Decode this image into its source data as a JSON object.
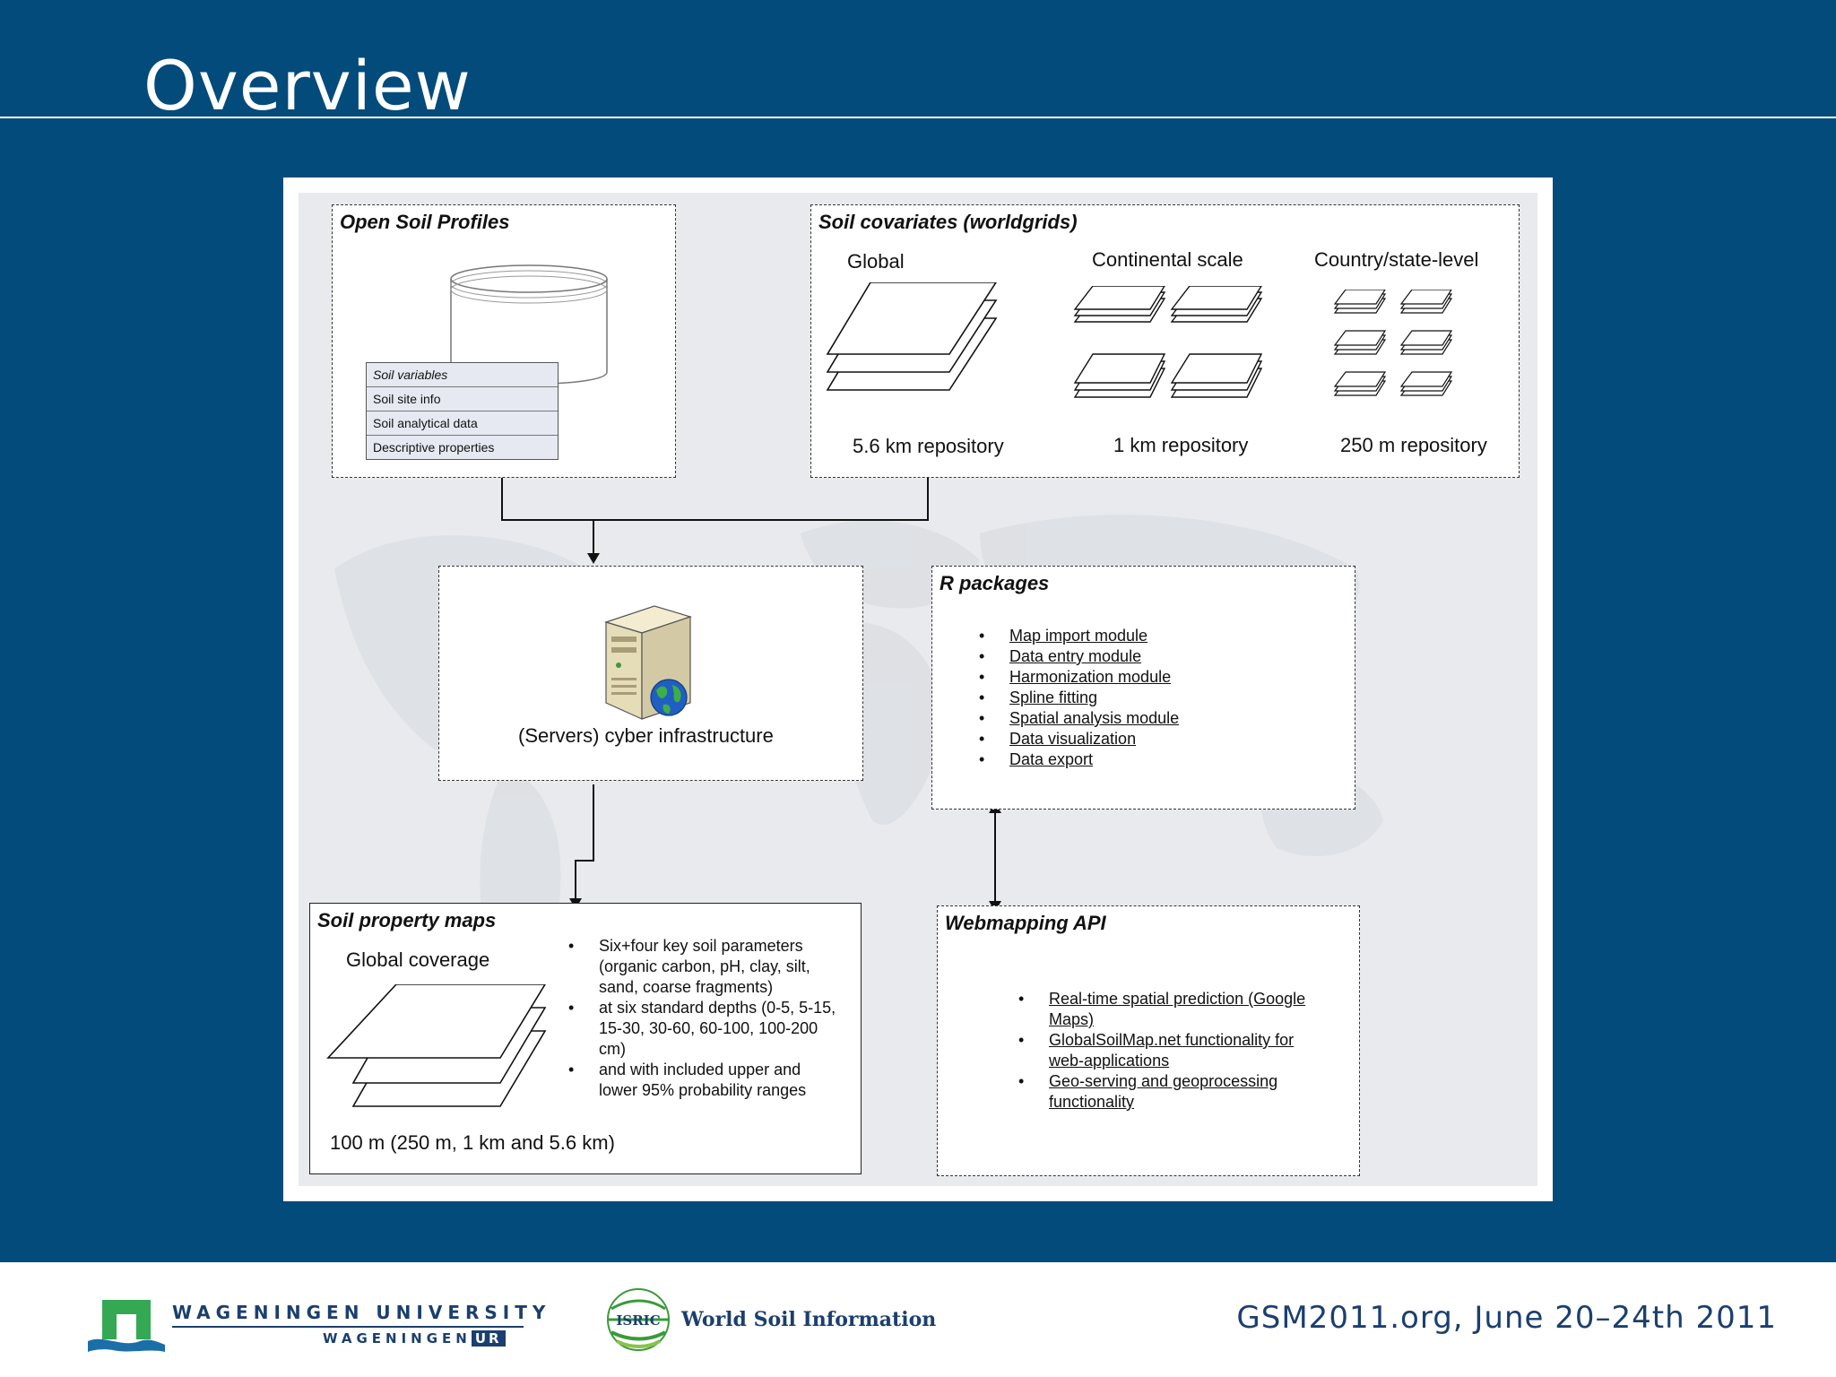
{
  "slide": {
    "title": "Overview"
  },
  "boxes": {
    "open_soil": {
      "title": "Open Soil Profiles",
      "table_rows": [
        "Soil variables",
        "Soil site info",
        "Soil analytical data",
        "Descriptive properties"
      ]
    },
    "covariates": {
      "title": "Soil covariates (worldgrids)",
      "columns": [
        {
          "heading": "Global",
          "caption": "5.6 km repository"
        },
        {
          "heading": "Continental scale",
          "caption": "1 km repository"
        },
        {
          "heading": "Country/state-level",
          "caption": "250 m repository"
        }
      ]
    },
    "servers": {
      "caption": "(Servers) cyber infrastructure"
    },
    "r_packages": {
      "title": "R packages",
      "items": [
        "Map import module",
        "Data entry module",
        "Harmonization module",
        "Spline fitting",
        "Spatial analysis module",
        "Data visualization",
        "Data export"
      ]
    },
    "soil_maps": {
      "title": "Soil property maps",
      "subtitle": "Global coverage",
      "caption": "100 m (250 m, 1 km and 5.6 km)",
      "items": [
        "Six+four key soil parameters (organic carbon, pH, clay, silt, sand, coarse fragments)",
        "at six standard depths (0-5, 5-15, 15-30, 30-60, 60-100, 100-200 cm)",
        "and with included upper and lower 95% probability ranges"
      ]
    },
    "webmapping": {
      "title": "Webmapping API",
      "items": [
        "Real-time spatial prediction (Google Maps)",
        "GlobalSoilMap.net functionality for web-applications",
        "Geo-serving and geoprocessing functionality"
      ]
    }
  },
  "footer": {
    "wur_line1": "WAGENINGEN UNIVERSITY",
    "wur_line2": "WAGENINGEN",
    "wur_ur": "UR",
    "isric_logo_text": "ISRIC",
    "isric_text": "World Soil Information",
    "event": "GSM2011.org, June 20–24th 2011"
  }
}
